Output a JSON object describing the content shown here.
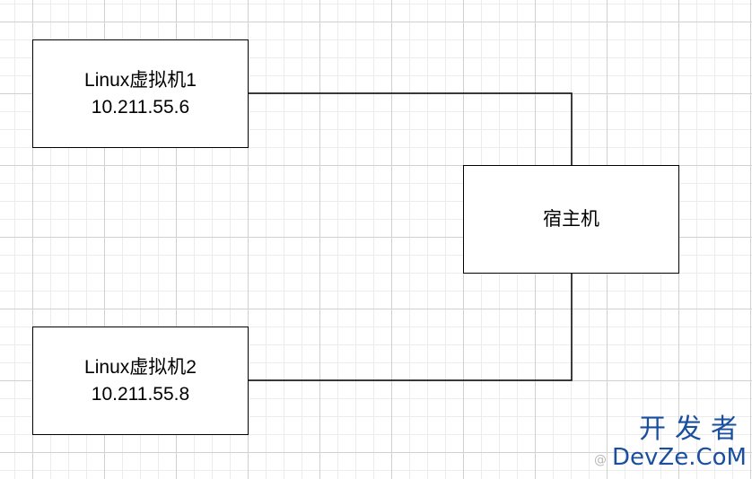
{
  "nodes": {
    "vm1": {
      "title": "Linux虚拟机1",
      "ip": "10.211.55.6"
    },
    "vm2": {
      "title": "Linux虚拟机2",
      "ip": "10.211.55.8"
    },
    "host": {
      "title": "宿主机"
    }
  },
  "edges": [
    {
      "from": "vm1",
      "to": "host"
    },
    {
      "from": "vm2",
      "to": "host"
    }
  ],
  "watermark": {
    "line1": "开发者",
    "line2": "DevZe.CoM",
    "faint": "@"
  },
  "colors": {
    "grid_minor": "#ececec",
    "grid_major": "#d0d0d0",
    "stroke": "#000000",
    "watermark": "#1a4fa0"
  }
}
